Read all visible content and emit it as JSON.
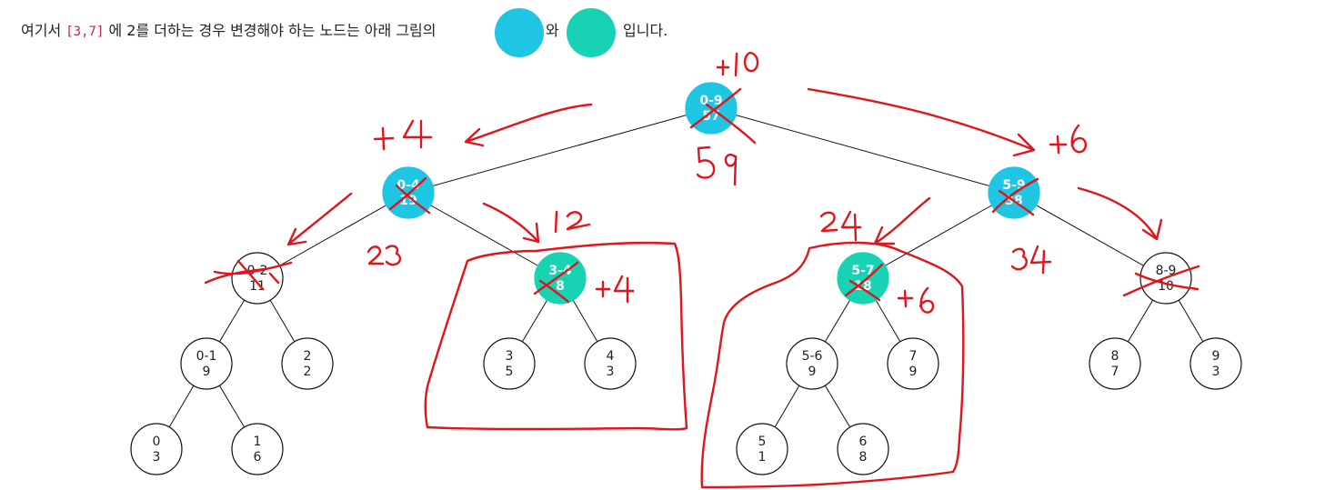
{
  "caption": {
    "text_before": "여기서 ",
    "code": "[3,7]",
    "text_middle": "에 2를 더하는 경우 변경해야 하는 노드는 아래 그림의",
    "connector": "와",
    "text_after": "입니다.",
    "swatch_primary_color": "#1fc6e3",
    "swatch_secondary_color": "#17d3b4"
  },
  "colors": {
    "cyan": "#1fc6e3",
    "teal": "#17d3b4",
    "white": "#ffffff",
    "edge": "#111111",
    "ink": "#e1141b"
  },
  "tree": {
    "nodes": [
      {
        "id": "n09",
        "range": "0-9",
        "value": "57",
        "color": "cyan"
      },
      {
        "id": "n04",
        "range": "0-4",
        "value": "19",
        "color": "cyan"
      },
      {
        "id": "n59",
        "range": "5-9",
        "value": "38",
        "color": "cyan"
      },
      {
        "id": "n02",
        "range": "0-2",
        "value": "11",
        "color": "white"
      },
      {
        "id": "n34",
        "range": "3-4",
        "value": "8",
        "color": "teal"
      },
      {
        "id": "n57",
        "range": "5-7",
        "value": "18",
        "color": "teal"
      },
      {
        "id": "n89",
        "range": "8-9",
        "value": "10",
        "color": "white"
      },
      {
        "id": "n01",
        "range": "0-1",
        "value": "9",
        "color": "white"
      },
      {
        "id": "n2",
        "range": "2",
        "value": "2",
        "color": "white"
      },
      {
        "id": "n3",
        "range": "3",
        "value": "5",
        "color": "white"
      },
      {
        "id": "n4",
        "range": "4",
        "value": "3",
        "color": "white"
      },
      {
        "id": "n56",
        "range": "5-6",
        "value": "9",
        "color": "white"
      },
      {
        "id": "n7",
        "range": "7",
        "value": "9",
        "color": "white"
      },
      {
        "id": "n8",
        "range": "8",
        "value": "7",
        "color": "white"
      },
      {
        "id": "n9",
        "range": "9",
        "value": "3",
        "color": "white"
      },
      {
        "id": "n0",
        "range": "0",
        "value": "3",
        "color": "white"
      },
      {
        "id": "n1",
        "range": "1",
        "value": "6",
        "color": "white"
      },
      {
        "id": "n5",
        "range": "5",
        "value": "1",
        "color": "white"
      },
      {
        "id": "n6",
        "range": "6",
        "value": "8",
        "color": "white"
      }
    ],
    "edges": [
      [
        "n09",
        "n04"
      ],
      [
        "n09",
        "n59"
      ],
      [
        "n04",
        "n02"
      ],
      [
        "n04",
        "n34"
      ],
      [
        "n59",
        "n57"
      ],
      [
        "n59",
        "n89"
      ],
      [
        "n02",
        "n01"
      ],
      [
        "n02",
        "n2"
      ],
      [
        "n34",
        "n3"
      ],
      [
        "n34",
        "n4"
      ],
      [
        "n57",
        "n56"
      ],
      [
        "n57",
        "n7"
      ],
      [
        "n89",
        "n8"
      ],
      [
        "n89",
        "n9"
      ],
      [
        "n01",
        "n0"
      ],
      [
        "n01",
        "n1"
      ],
      [
        "n56",
        "n5"
      ],
      [
        "n56",
        "n6"
      ]
    ]
  },
  "annotations": {
    "root_add": "+10",
    "root_result": "59",
    "left_add": "+4",
    "right_add": "+6",
    "left_child_result": "23",
    "right_child_result": "34",
    "node_34_before": "12",
    "node_34_add": "+4",
    "node_57_before": "24",
    "node_57_add": "+6"
  }
}
